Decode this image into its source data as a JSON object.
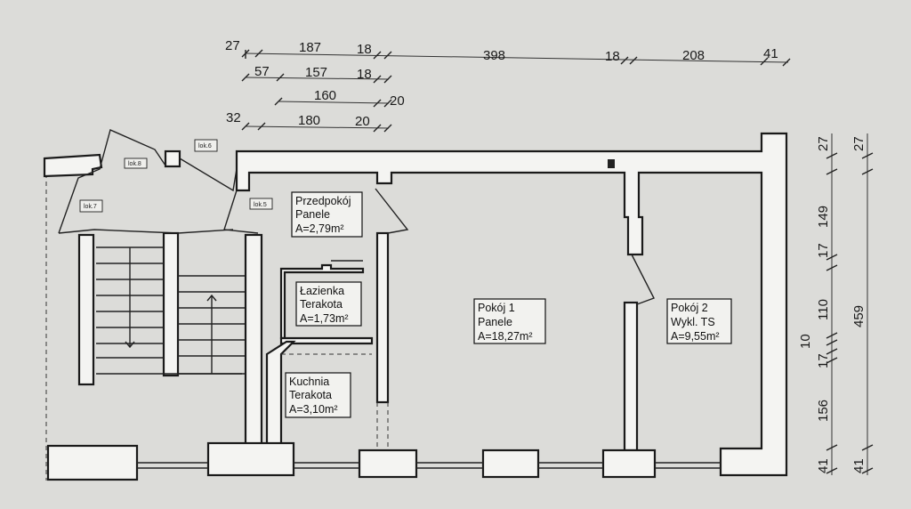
{
  "dimensions_top": {
    "row1": [
      "27",
      "187",
      "18",
      "398",
      "18",
      "208",
      "41"
    ],
    "row2": [
      "57",
      "157",
      "18"
    ],
    "row3": [
      "160",
      "20"
    ],
    "row4": [
      "32",
      "180",
      "20"
    ]
  },
  "dimensions_right": {
    "inner": [
      "27",
      "149",
      "17",
      "110",
      "10",
      "17",
      "156",
      "41"
    ],
    "outer": [
      "27",
      "459",
      "41"
    ]
  },
  "rooms": {
    "przedpokoj": {
      "name": "Przedpokój",
      "finish": "Panele",
      "area": "A=2,79m²"
    },
    "lazienka": {
      "name": "Łazienka",
      "finish": "Terakota",
      "area": "A=1,73m²"
    },
    "kuchnia": {
      "name": "Kuchnia",
      "finish": "Terakota",
      "area": "A=3,10m²"
    },
    "pokoj1": {
      "name": "Pokój 1",
      "finish": "Panele",
      "area": "A=18,27m²"
    },
    "pokoj2": {
      "name": "Pokój 2",
      "finish": "Wykl. TS",
      "area": "A=9,55m²"
    }
  },
  "neighbor_tags": {
    "lok5": "lok.5",
    "lok6": "lok.6",
    "lok7": "lok.7",
    "lok8": "lok.8"
  }
}
